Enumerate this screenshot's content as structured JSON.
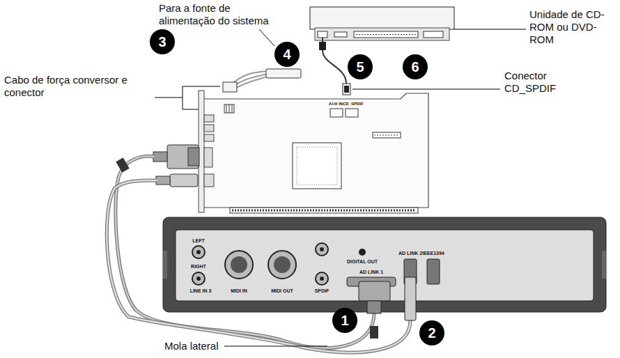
{
  "diagram": {
    "nodes": [
      {
        "text": [
          "1"
        ]
      },
      {
        "text": [
          "2"
        ]
      },
      {
        "text": [
          "3"
        ]
      },
      {
        "text": [
          "4"
        ]
      },
      {
        "text": [
          "5"
        ]
      },
      {
        "text": [
          "6"
        ]
      }
    ],
    "labels": [
      "Para a fonte de alimentação do sistema",
      "Unidade de CD-ROM ou DVD-ROM",
      "Cabo de força conversor e conector",
      "Conector CD_SPDIF",
      "Mola lateral",
      "AUX IN",
      "CD_SPDIF",
      "LEFT",
      "RIGHT",
      "LINE IN 3",
      "MIDI IN",
      "MIDI OUT",
      "SPDIF",
      "DIGITAL OUT",
      "AD LINK 1",
      "AD LINK 2",
      "IEEE1394"
    ]
  }
}
